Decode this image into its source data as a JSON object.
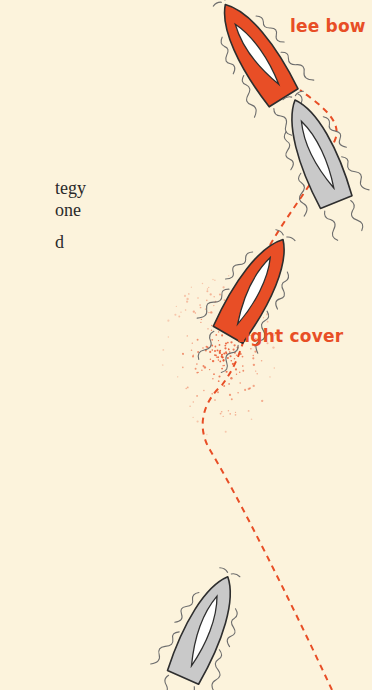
{
  "diagram": {
    "labels": [
      "tegy",
      "one",
      "d",
      "lee bow",
      "tight cover"
    ]
  }
}
